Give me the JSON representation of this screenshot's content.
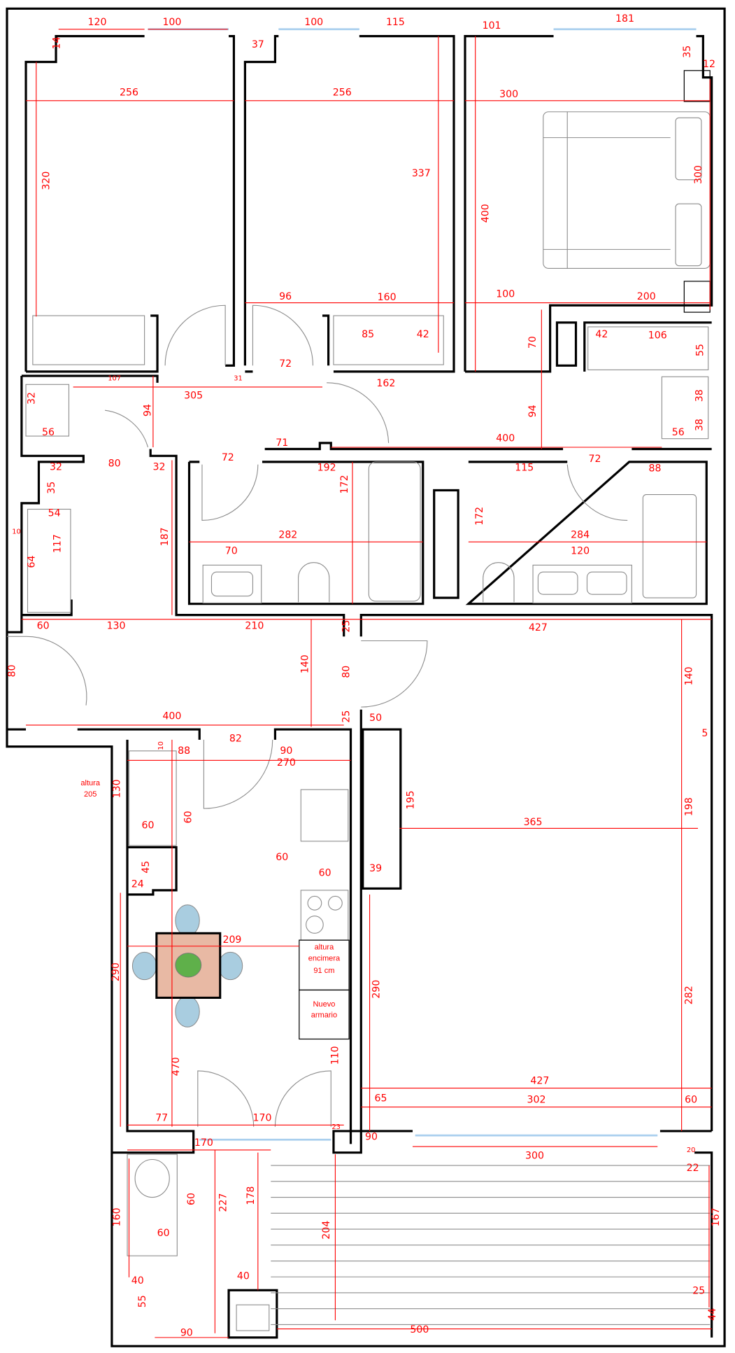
{
  "title": "Plano de vivienda con cotas",
  "colors": {
    "dimension": "#ff0000",
    "wall": "#000000",
    "window": "#a9cfee",
    "table": "#e8b9a4",
    "chair": "#a9cde0"
  },
  "dims": [
    "120",
    "100",
    "100",
    "115",
    "101",
    "181",
    "14",
    "37",
    "35",
    "12",
    "256",
    "256",
    "300",
    "320",
    "337",
    "400",
    "300",
    "96",
    "160",
    "100",
    "200",
    "85",
    "42",
    "42",
    "106",
    "55",
    "70",
    "72",
    "31",
    "107",
    "305",
    "162",
    "94",
    "94",
    "32",
    "56",
    "38",
    "38",
    "56",
    "80",
    "32",
    "72",
    "71",
    "400",
    "72",
    "32",
    "35",
    "192",
    "115",
    "88",
    "54",
    "10",
    "117",
    "64",
    "187",
    "172",
    "172",
    "282",
    "284",
    "70",
    "120",
    "60",
    "130",
    "210",
    "25",
    "427",
    "80",
    "140",
    "80",
    "140",
    "400",
    "25",
    "50",
    "82",
    "88",
    "10",
    "90",
    "270",
    "5",
    "130",
    "60",
    "60",
    "195",
    "365",
    "198",
    "60",
    "60",
    "45",
    "24",
    "39",
    "209",
    "290",
    "290",
    "282",
    "470",
    "110",
    "427",
    "65",
    "302",
    "60",
    "77",
    "170",
    "23",
    "170",
    "90",
    "300",
    "20",
    "22",
    "227",
    "178",
    "60",
    "60",
    "160",
    "204",
    "167",
    "40",
    "40",
    "55",
    "25",
    "44",
    "90",
    "500"
  ],
  "notes": {
    "hall_closet_height": [
      "altura",
      "205"
    ],
    "counter_height": [
      "altura",
      "encimera",
      "91 cm"
    ],
    "new_cabinet": [
      "Nuevo",
      "armario"
    ]
  }
}
